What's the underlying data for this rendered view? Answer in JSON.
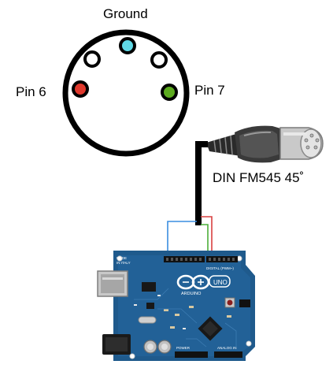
{
  "labels": {
    "ground": "Ground",
    "pin6": "Pin 6",
    "pin7": "Pin 7",
    "cable": "DIN FM545 45˚"
  },
  "board": {
    "made_in": "MADE\nIN ITALY",
    "brand": "ARDUINO",
    "model": "UNO",
    "header_digital": "DIGITAL (PWM~)",
    "header_power": "POWER",
    "header_analog": "ANALOG IN"
  },
  "colors": {
    "ground_pin": "#5fd9e6",
    "pin6": "#e0392d",
    "pin7": "#5cab1f",
    "open_pin": "#ffffff",
    "wire_blue": "#3a8de0",
    "wire_green": "#4caf3a",
    "wire_red": "#d84040",
    "cable": "#000000",
    "board": "#1f5a8c"
  }
}
